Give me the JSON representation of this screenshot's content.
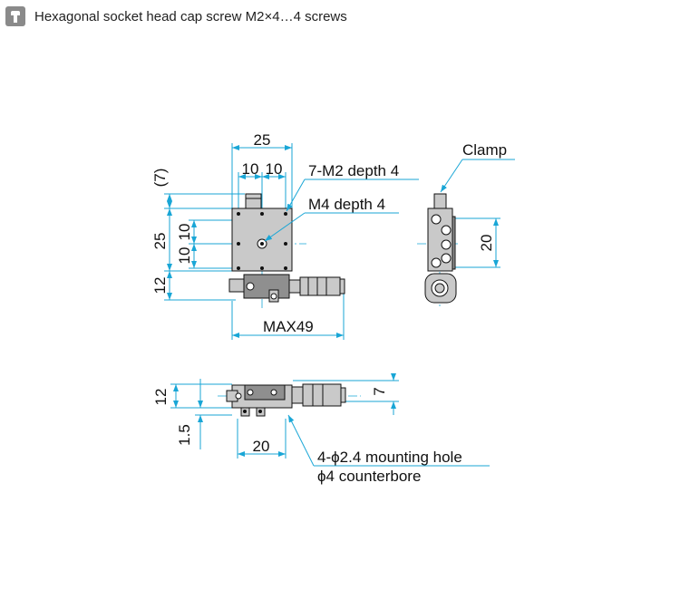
{
  "header": {
    "icon": "screw-head-icon",
    "title": "Hexagonal socket head cap screw M2×4…4 screws"
  },
  "drawing": {
    "dim_top_overall": "25",
    "dim_top_left": "10",
    "dim_top_right": "10",
    "dim_left_paren": "(7)",
    "dim_left_25": "25",
    "dim_left_10a": "10",
    "dim_left_10b": "10",
    "dim_left_12": "12",
    "dim_max": "MAX49",
    "callout_m2": "7-M2 depth 4",
    "callout_m4": "M4 depth 4",
    "callout_clamp": "Clamp",
    "dim_side_20": "20",
    "dim_bottom_12": "12",
    "dim_bottom_1_5": "1.5",
    "dim_bottom_20": "20",
    "dim_bottom_7": "7",
    "callout_hole_line1": "4-ϕ2.4 mounting hole",
    "callout_hole_line2": "ϕ4 counterbore"
  },
  "colors": {
    "dimension": "#19a6d6",
    "outline": "#111111",
    "body_fill": "#c9c9c9",
    "icon_bg": "#8a8a8a"
  }
}
